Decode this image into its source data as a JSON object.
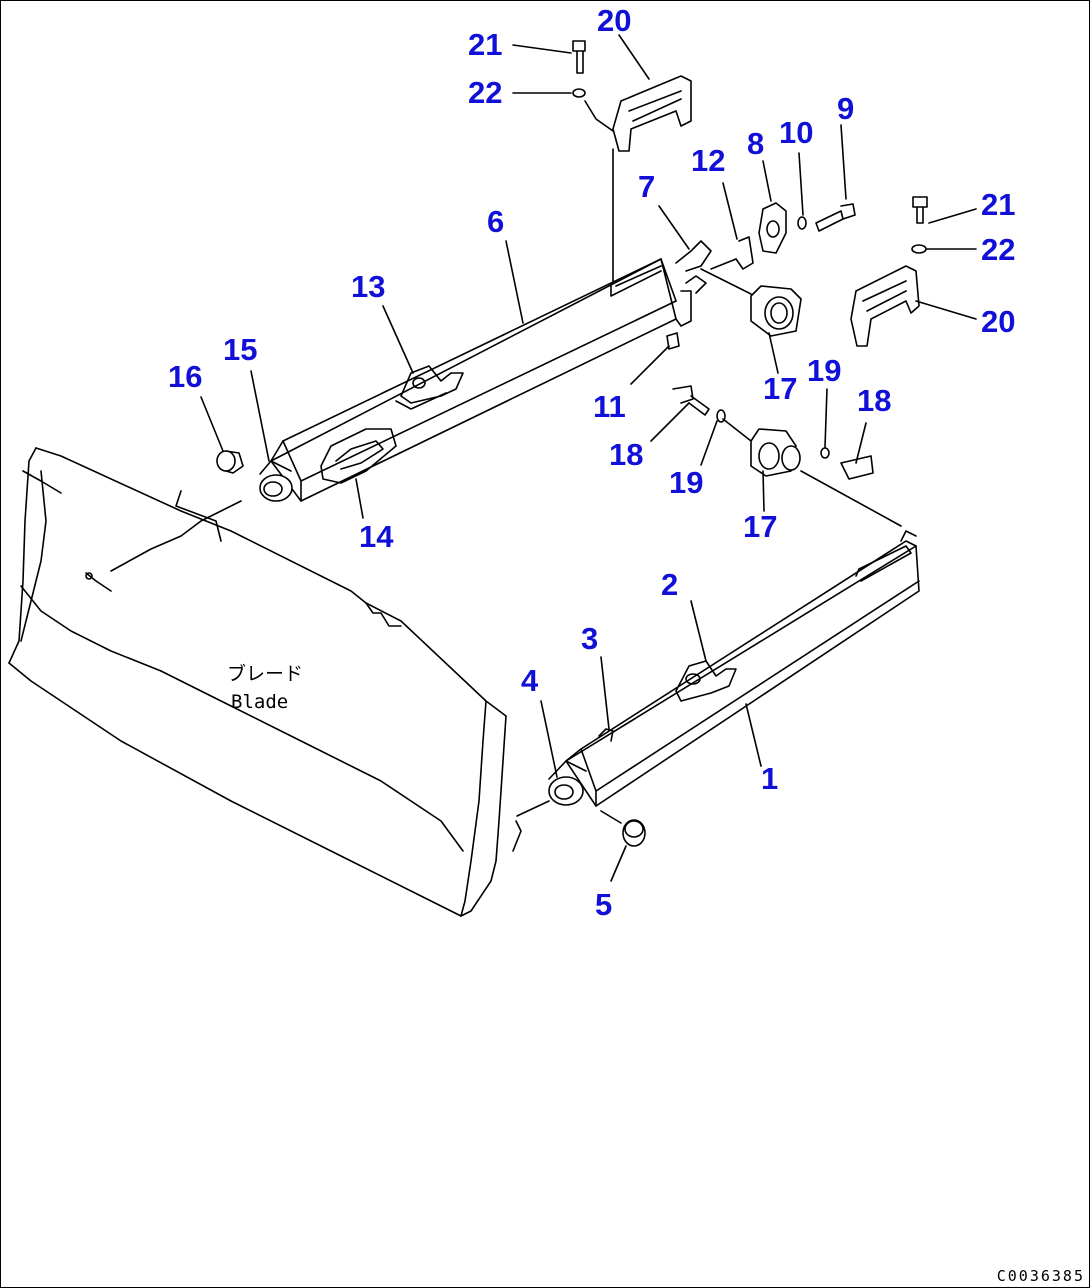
{
  "drawing": {
    "blade_label_jp": "ブレード",
    "blade_label_en": "Blade",
    "drawing_code": "C0036385"
  },
  "callouts": [
    {
      "id": "c1",
      "number": "1"
    },
    {
      "id": "c2",
      "number": "2"
    },
    {
      "id": "c3",
      "number": "3"
    },
    {
      "id": "c4",
      "number": "4"
    },
    {
      "id": "c5",
      "number": "5"
    },
    {
      "id": "c6",
      "number": "6"
    },
    {
      "id": "c7",
      "number": "7"
    },
    {
      "id": "c8",
      "number": "8"
    },
    {
      "id": "c9",
      "number": "9"
    },
    {
      "id": "c10",
      "number": "10"
    },
    {
      "id": "c11",
      "number": "11"
    },
    {
      "id": "c12",
      "number": "12"
    },
    {
      "id": "c13",
      "number": "13"
    },
    {
      "id": "c14",
      "number": "14"
    },
    {
      "id": "c15",
      "number": "15"
    },
    {
      "id": "c16",
      "number": "16"
    },
    {
      "id": "c17a",
      "number": "17"
    },
    {
      "id": "c17b",
      "number": "17"
    },
    {
      "id": "c18a",
      "number": "18"
    },
    {
      "id": "c18b",
      "number": "18"
    },
    {
      "id": "c19a",
      "number": "19"
    },
    {
      "id": "c19b",
      "number": "19"
    },
    {
      "id": "c20a",
      "number": "20"
    },
    {
      "id": "c20b",
      "number": "20"
    },
    {
      "id": "c21a",
      "number": "21"
    },
    {
      "id": "c21b",
      "number": "21"
    },
    {
      "id": "c22a",
      "number": "22"
    },
    {
      "id": "c22b",
      "number": "22"
    }
  ],
  "colors": {
    "callout": "#1010d8",
    "line": "#000000",
    "background": "#ffffff"
  }
}
